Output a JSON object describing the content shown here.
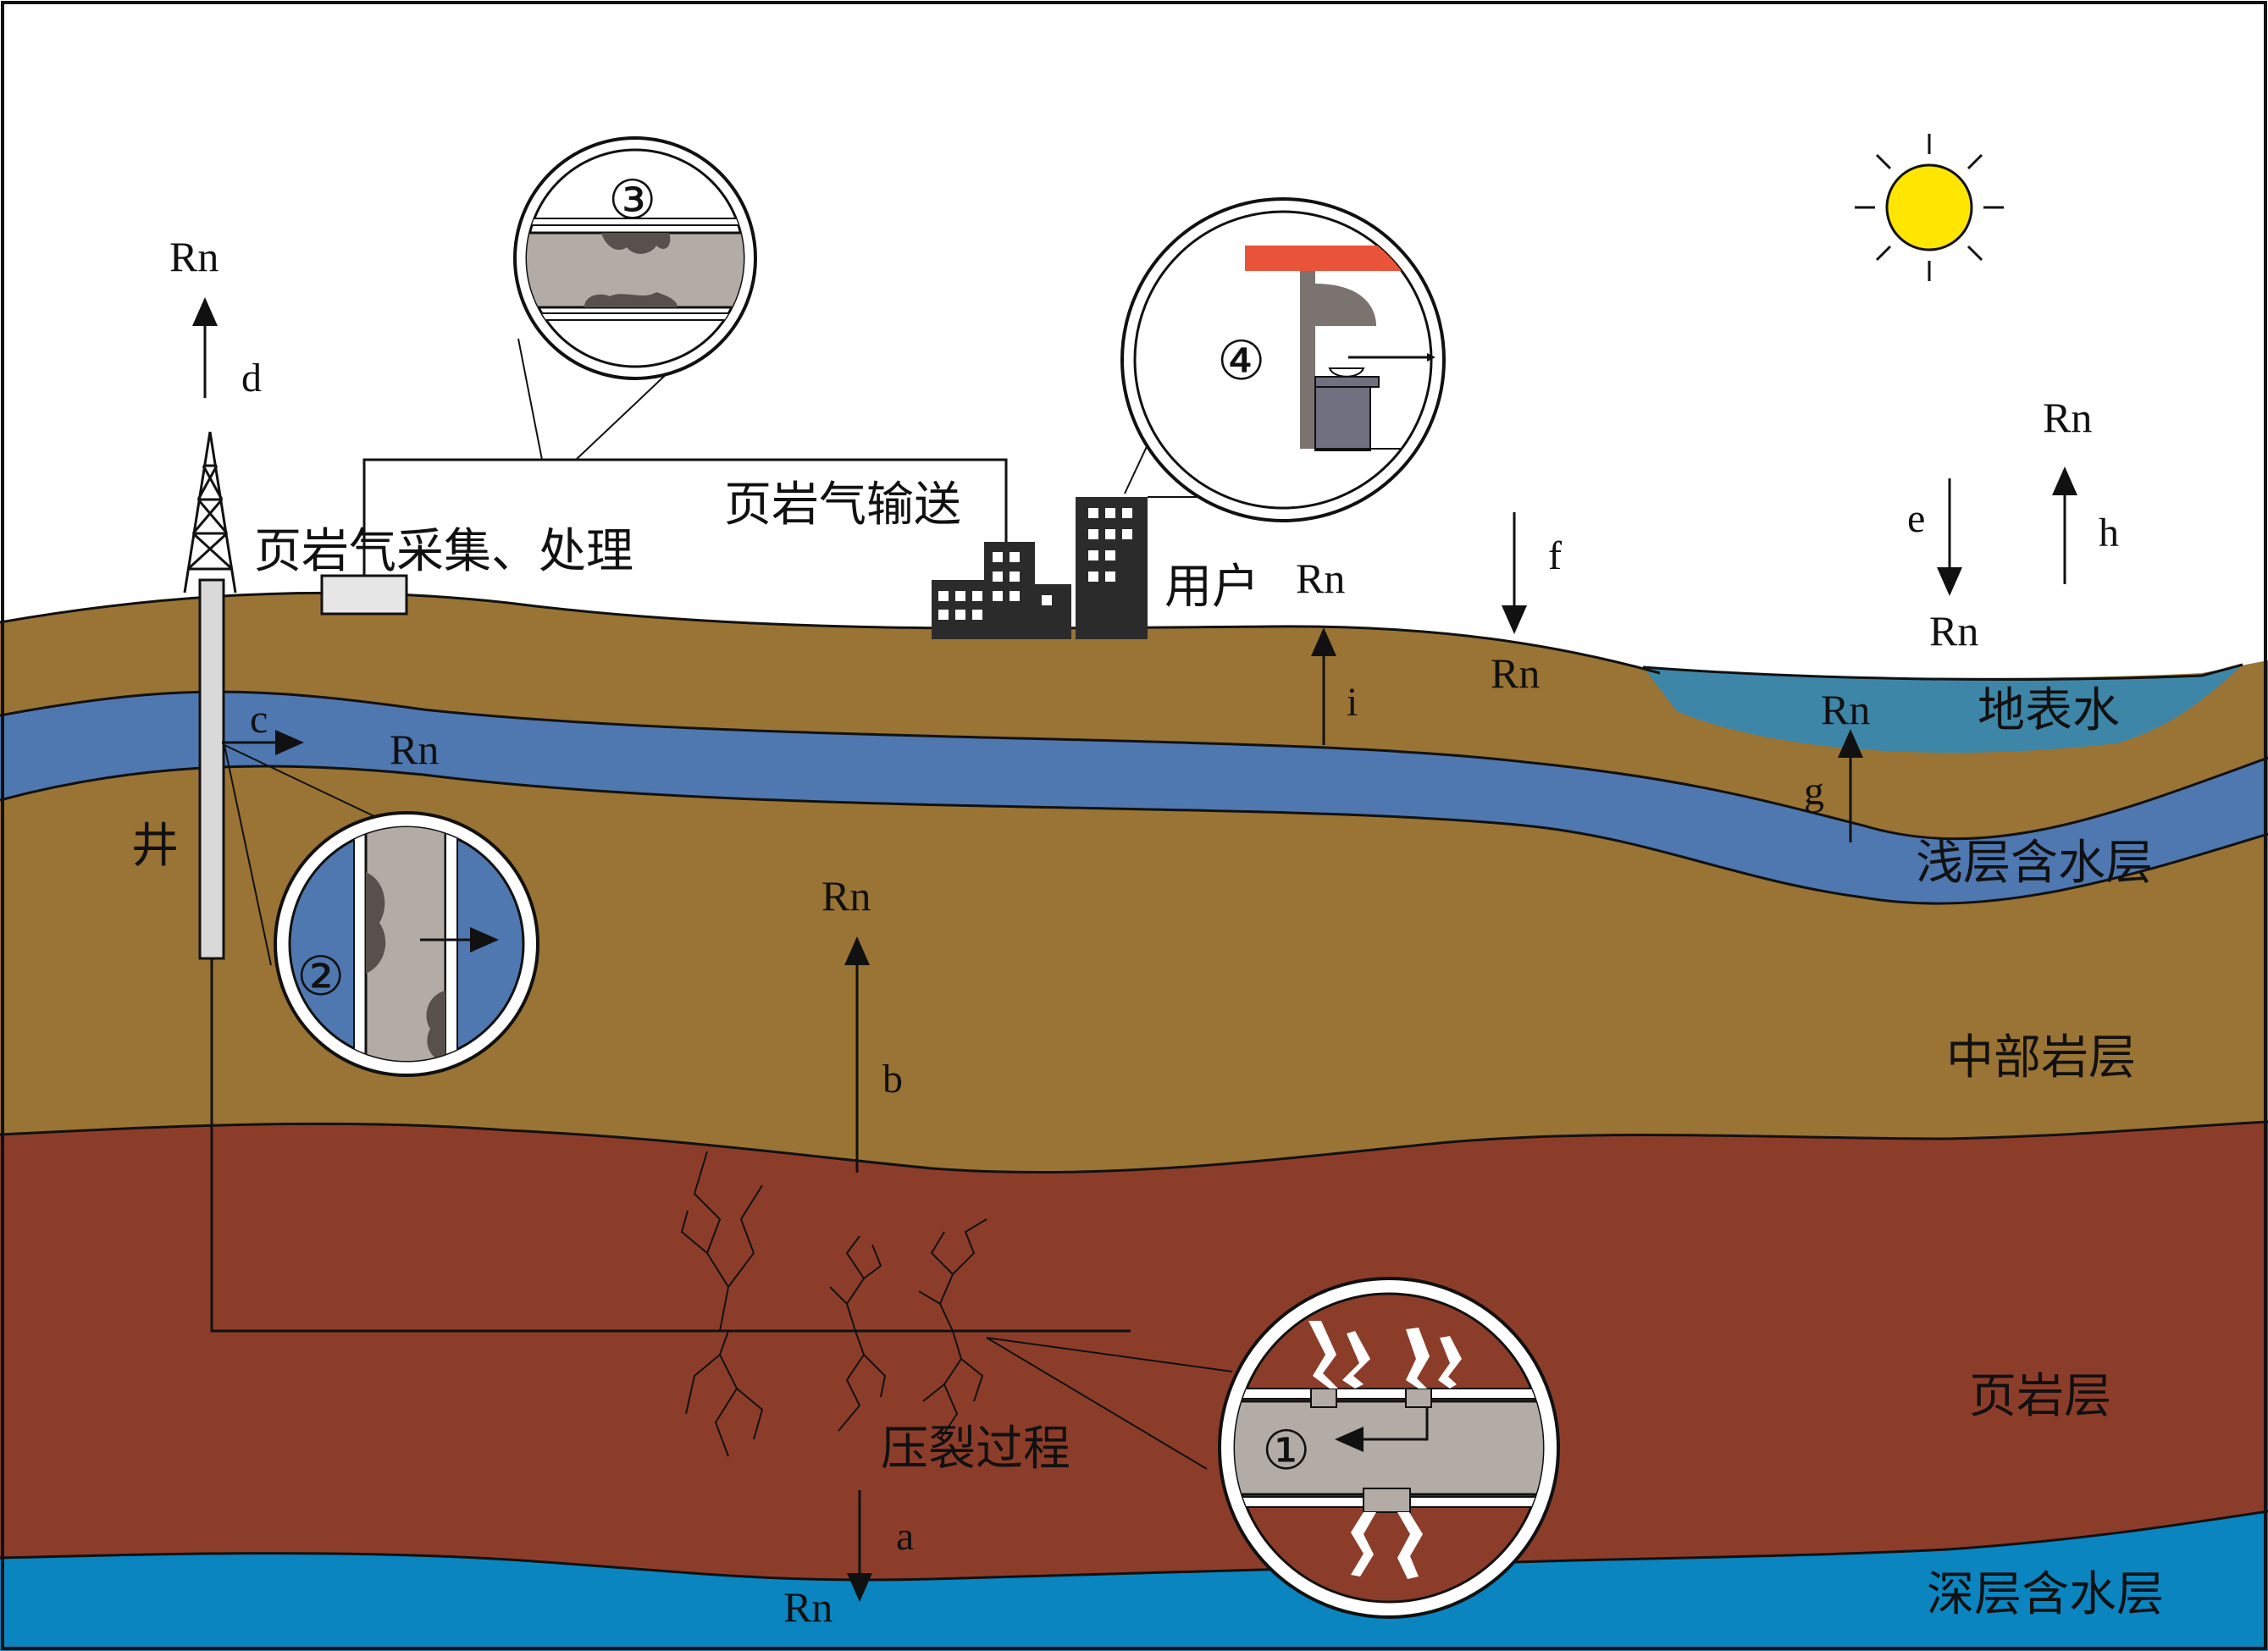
{
  "labels": {
    "rn": "Rn",
    "a": "a",
    "b": "b",
    "c": "c",
    "d": "d",
    "e": "e",
    "f": "f",
    "g": "g",
    "h": "h",
    "i": "i",
    "shale_gas_collection": "页岩气采集、处理",
    "shale_gas_transport": "页岩气输送",
    "users": "用户",
    "well": "井",
    "surface_water": "地表水",
    "shallow_aquifer": "浅层含水层",
    "middle_rock": "中部岩层",
    "shale_layer": "页岩层",
    "deep_aquifer": "深层含水层",
    "fracturing": "压裂过程",
    "inset_1": "①",
    "inset_2": "②",
    "inset_3": "③",
    "inset_4": "④"
  },
  "colors": {
    "sky": "#ffffff",
    "soil": "#9a7434",
    "shallow_aquifer": "#4f78b0",
    "shale": "#8c3d2a",
    "deep_aquifer": "#0a85c0",
    "surface_water": "#3e86a8",
    "pipe": "#b2aba6",
    "sun": "#ffe600",
    "roof": "#e8533a",
    "building": "#2b2b2b"
  }
}
